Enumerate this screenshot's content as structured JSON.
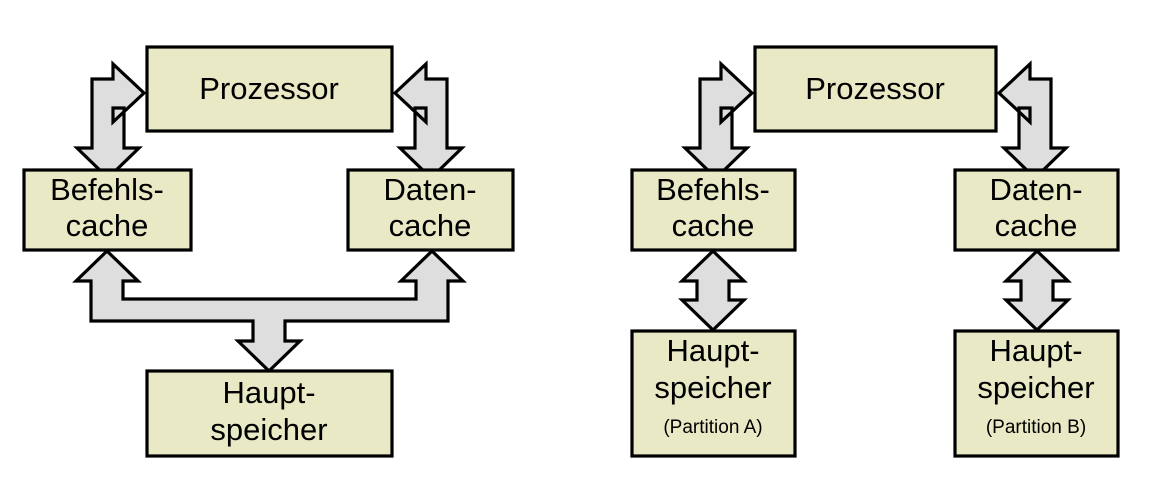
{
  "figure": {
    "background_color": "#ffffff",
    "box_fill": "#e9e9c6",
    "box_stroke": "#000000",
    "arrow_fill": "#dedede",
    "arrow_stroke": "#000000"
  },
  "left_diagram": {
    "name": "unified-main-memory-harvard-cache",
    "nodes": {
      "processor": {
        "label": "Prozessor"
      },
      "instruction_cache": {
        "line1": "Befehls-",
        "line2": "cache"
      },
      "data_cache": {
        "line1": "Daten-",
        "line2": "cache"
      },
      "main_memory": {
        "line1": "Haupt-",
        "line2": "speicher"
      }
    },
    "connectors": {
      "processor_to_instruction_cache": "elbow-double-arrow-left",
      "processor_to_data_cache": "elbow-double-arrow-right",
      "caches_to_main_memory": "three-headed-fork-arrow"
    }
  },
  "right_diagram": {
    "name": "partitioned-main-memory-harvard",
    "nodes": {
      "processor": {
        "label": "Prozessor"
      },
      "instruction_cache": {
        "line1": "Befehls-",
        "line2": "cache"
      },
      "data_cache": {
        "line1": "Daten-",
        "line2": "cache"
      },
      "main_memory_a": {
        "line1": "Haupt-",
        "line2": "speicher",
        "line3": "(Partition A)"
      },
      "main_memory_b": {
        "line1": "Haupt-",
        "line2": "speicher",
        "line3": "(Partition B)"
      }
    },
    "connectors": {
      "processor_to_instruction_cache": "elbow-double-arrow-left",
      "processor_to_data_cache": "elbow-double-arrow-right",
      "instruction_cache_to_memory_a": "vertical-double-arrow",
      "data_cache_to_memory_b": "vertical-double-arrow"
    }
  }
}
